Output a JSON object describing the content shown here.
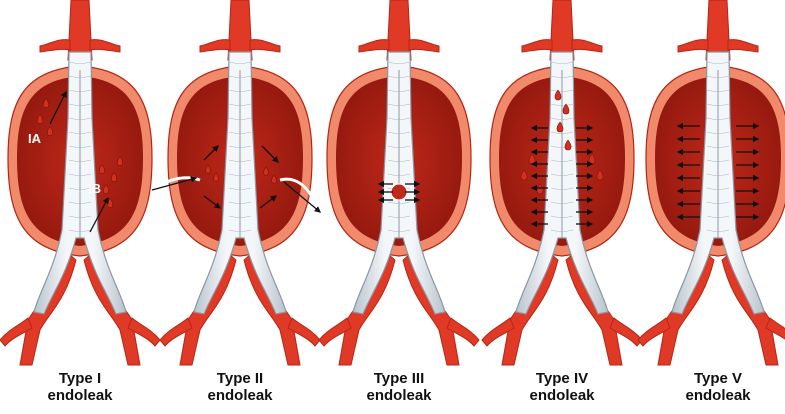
{
  "colors": {
    "artery": "#e03a26",
    "artery_dark": "#b32616",
    "sac_wall": "#f08a6a",
    "sac_inner": "#a31d12",
    "sac_blood": "#c22616",
    "graft": "#e9eef3",
    "graft_line": "#8b97a3",
    "arrow": "#111111"
  },
  "panels": [
    {
      "id": "type-1",
      "title": "Type I",
      "subtitle": "endoleak",
      "markers": [
        "IA",
        "IB"
      ]
    },
    {
      "id": "type-2",
      "title": "Type II",
      "subtitle": "endoleak",
      "markers": []
    },
    {
      "id": "type-3",
      "title": "Type III",
      "subtitle": "endoleak",
      "markers": []
    },
    {
      "id": "type-4",
      "title": "Type IV",
      "subtitle": "endoleak",
      "markers": []
    },
    {
      "id": "type-5",
      "title": "Type V",
      "subtitle": "endoleak",
      "markers": []
    }
  ]
}
